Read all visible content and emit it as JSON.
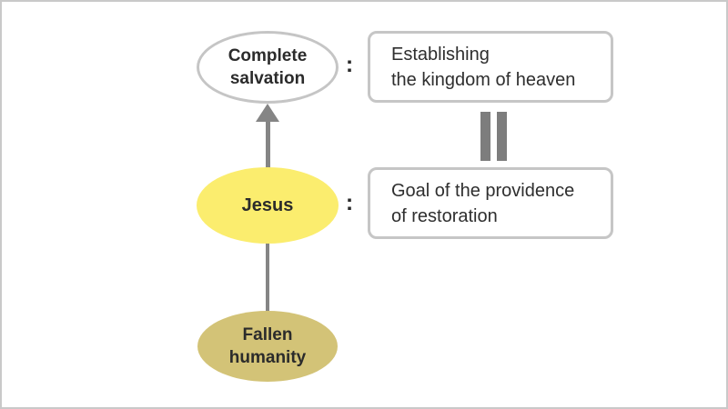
{
  "diagram": {
    "nodes": {
      "complete_salvation": {
        "line1": "Complete",
        "line2": "salvation",
        "fill": "#ffffff",
        "border_color": "#c5c5c5"
      },
      "jesus": {
        "label": "Jesus",
        "fill": "#fbed6e"
      },
      "fallen_humanity": {
        "line1": "Fallen",
        "line2": "humanity",
        "fill": "#d3c377"
      }
    },
    "descriptions": {
      "kingdom_of_heaven": {
        "line1": "Establishing",
        "line2": "the kingdom of heaven"
      },
      "goal_of_providence": {
        "line1": "Goal of the providence",
        "line2": "of restoration"
      }
    },
    "separators": {
      "colon1": ":",
      "colon2": ":"
    },
    "colors": {
      "connector_gray": "#858585",
      "equals_gray": "#7d7d7d",
      "text_dark": "#2b2b2b",
      "box_border_gray": "#c6c6c6",
      "frame_gray": "#c9c9c9"
    }
  }
}
